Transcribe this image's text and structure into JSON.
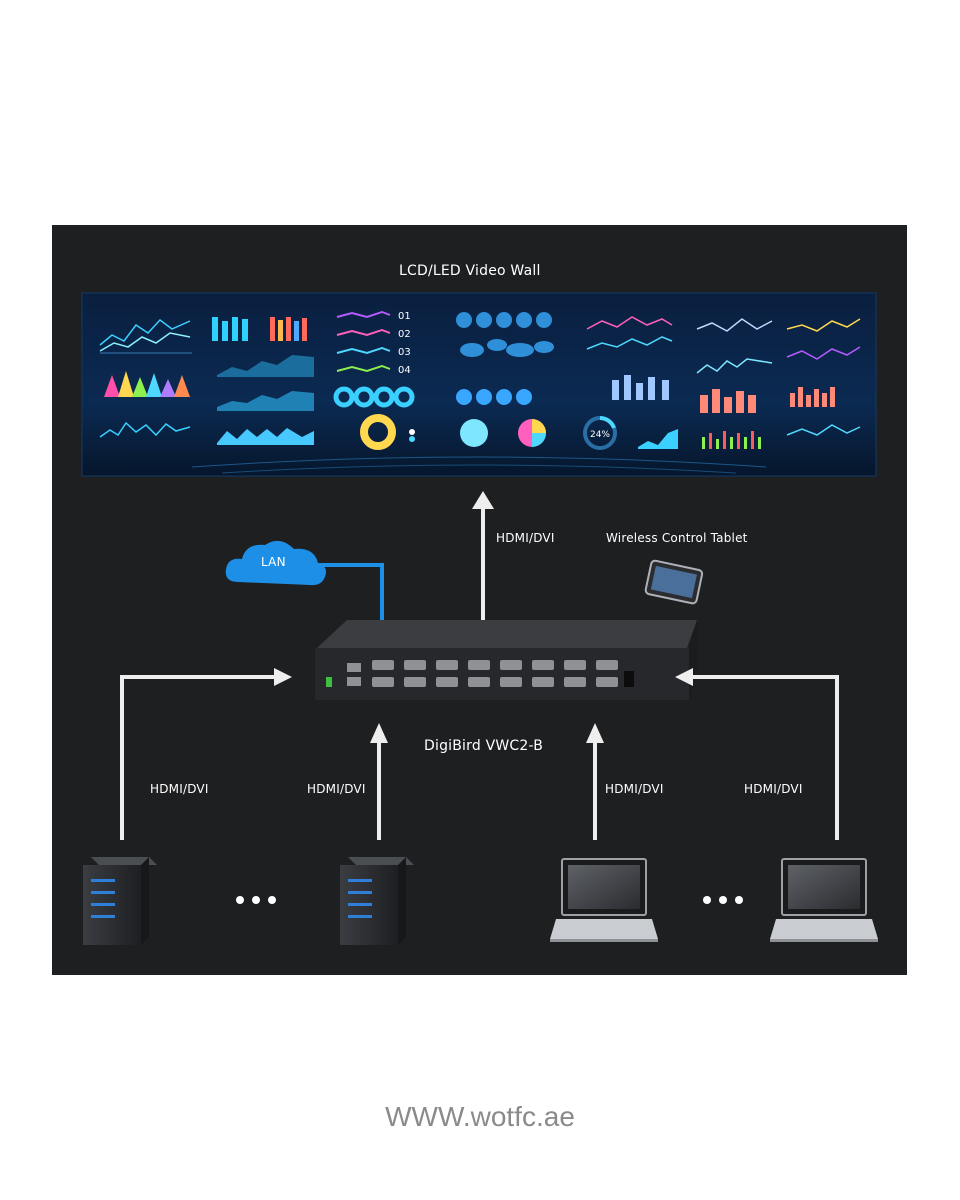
{
  "diagram": {
    "title": "LCD/LED Video Wall",
    "output_label": "HDMI/DVI",
    "tablet_label": "Wireless Control Tablet",
    "lan_label": "LAN",
    "device_label": "DigiBird VWC2-B",
    "inputs": [
      {
        "label": "HDMI/DVI",
        "source": "server"
      },
      {
        "label": "HDMI/DVI",
        "source": "server"
      },
      {
        "label": "HDMI/DVI",
        "source": "laptop"
      },
      {
        "label": "HDMI/DVI",
        "source": "laptop"
      }
    ],
    "wall_numbers": [
      "01",
      "02",
      "03",
      "04"
    ],
    "wall_percent": "24%"
  },
  "footer": {
    "url": "WWW.wotfc.ae"
  },
  "colors": {
    "panel": "#1e1f21",
    "arrow": "#eeeeee",
    "lan": "#1e8fe6",
    "footer_text": "#8a8a8a"
  }
}
